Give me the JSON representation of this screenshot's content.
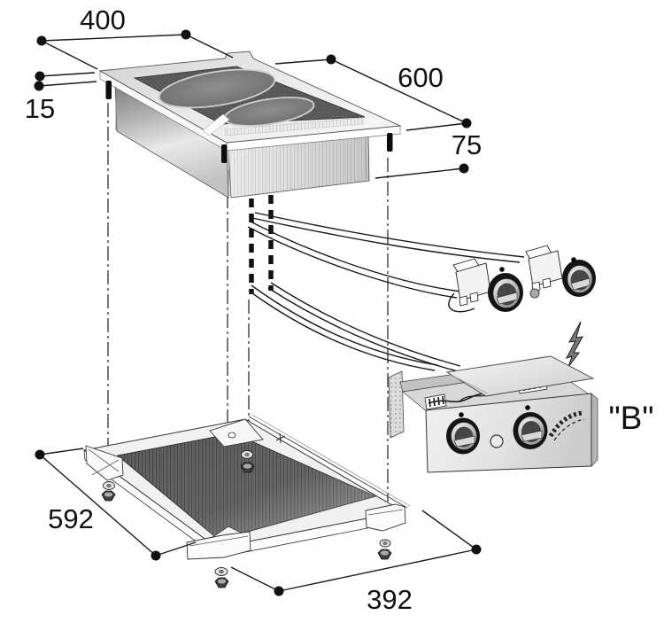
{
  "diagram": {
    "dims": {
      "top_width": "400",
      "flange_thickness": "15",
      "depth": "600",
      "body_height": "75",
      "frame_depth": "592",
      "frame_width": "392"
    },
    "labels": {
      "control_box": "\"B\""
    },
    "icons": {
      "power": "lightning-bolt-icon"
    },
    "colors": {
      "line": "#1a1a1a",
      "cooktop_glass": "#585858",
      "frame_glass": "#5e5e5e",
      "steel_light": "#e6e6e6",
      "knob_ring": "#141414",
      "background": "#ffffff"
    }
  }
}
